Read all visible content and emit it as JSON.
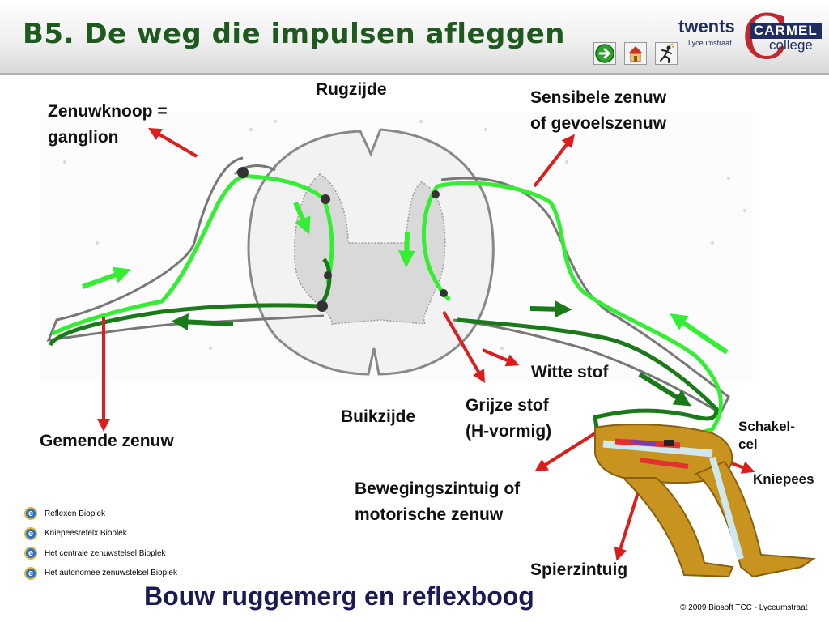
{
  "header": {
    "title": "B5. De weg die impulsen afleggen",
    "logo": {
      "twents": "twents",
      "carmel": "CARMEL",
      "college": "college",
      "sub": "Lyceumstraat"
    },
    "nav_icons": [
      "next-arrow-icon",
      "home-icon",
      "exit-figure-icon"
    ]
  },
  "labels": {
    "rugzijde": "Rugzijde",
    "zenuwknoop_1": "Zenuwknoop =",
    "zenuwknoop_2": "ganglion",
    "sensibele_1": "Sensibele zenuw",
    "sensibele_2": "of gevoelszenuw",
    "witte_stof": "Witte stof",
    "buikzijde": "Buikzijde",
    "grijze_1": "Grijze stof",
    "grijze_2": "(H-vormig)",
    "gemende": "Gemende zenuw",
    "bewegings_1": "Bewegingszintuig of",
    "bewegings_2": "motorische zenuw",
    "spierzintuig": "Spierzintuig",
    "schakel_1": "Schakel-",
    "schakel_2": "cel",
    "kniepees": "Kniepees"
  },
  "links": [
    {
      "label": "Reflexen  Bioplek",
      "icon": "internet-explorer-icon"
    },
    {
      "label": "Kniepeesrefelx Bioplek",
      "icon": "internet-explorer-icon"
    },
    {
      "label": "Het centrale zenuwstelsel  Bioplek",
      "icon": "internet-explorer-icon"
    },
    {
      "label": "Het autonomee zenuwstelsel  Bioplek",
      "icon": "internet-explorer-icon"
    }
  ],
  "bottom_title": "Bouw ruggemerg en reflexboog",
  "copyright": "© 2009 Biosoft  TCC - Lyceumstraat",
  "colors": {
    "title_green": "#1e5a1e",
    "arrow_red": "#dd1c1c",
    "nerve_light_green": "#33ee33",
    "nerve_dark_green": "#1a7a1a",
    "leg_skin": "#c8931e",
    "logo_navy": "#1f2d63",
    "logo_red": "#c0282d",
    "bottom_title": "#1a1a55"
  }
}
